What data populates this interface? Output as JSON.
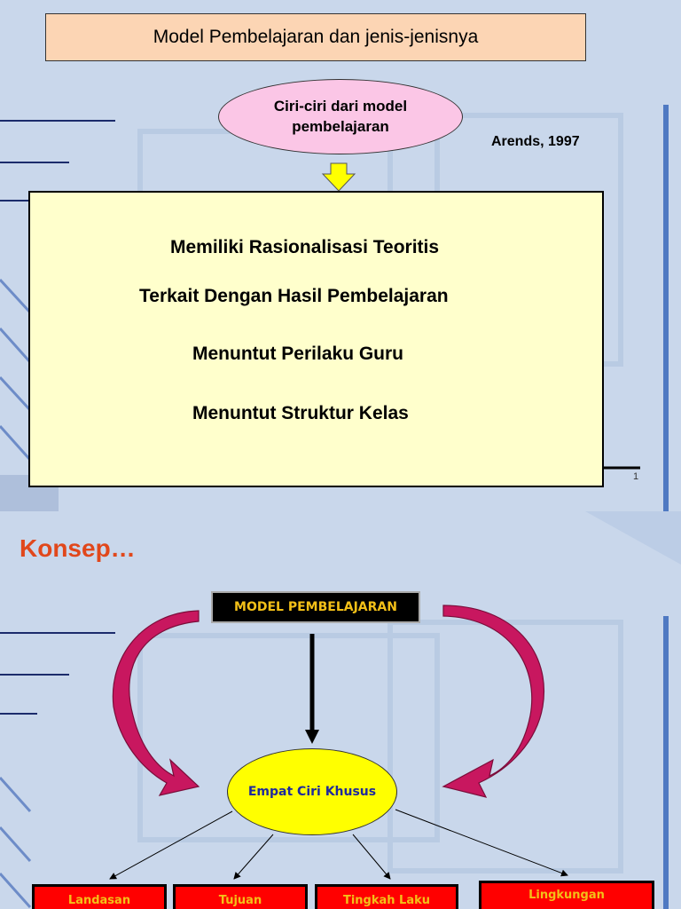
{
  "slide1": {
    "title": "Model Pembelajaran dan jenis-jenisnya",
    "ellipse": {
      "line1": "Ciri-ciri dari model",
      "line2": "pembelajaran"
    },
    "author": "Arends, 1997",
    "items": [
      "Memiliki Rasionalisasi Teoritis",
      "Terkait Dengan Hasil Pembelajaran",
      "Menuntut Perilaku Guru",
      "Menuntut Struktur Kelas"
    ],
    "page_number": "1"
  },
  "slide2": {
    "heading": "Konsep…",
    "top_node": "MODEL PEMBELAJARAN",
    "center_node": "Empat Ciri Khusus",
    "children": [
      "Landasan",
      "Tujuan",
      "Tingkah Laku",
      "Lingkungan"
    ]
  },
  "colors": {
    "title_fill": "#fcd5b4",
    "ellipse_pink": "#fbc6e6",
    "main_box_fill": "#ffffcc",
    "heading_orange": "#e1471b",
    "node_text_gold": "#f3c018",
    "child_fill": "#ff0000",
    "ellipse_yellow": "#ffff00",
    "curved_arrow": "#c8175f"
  }
}
